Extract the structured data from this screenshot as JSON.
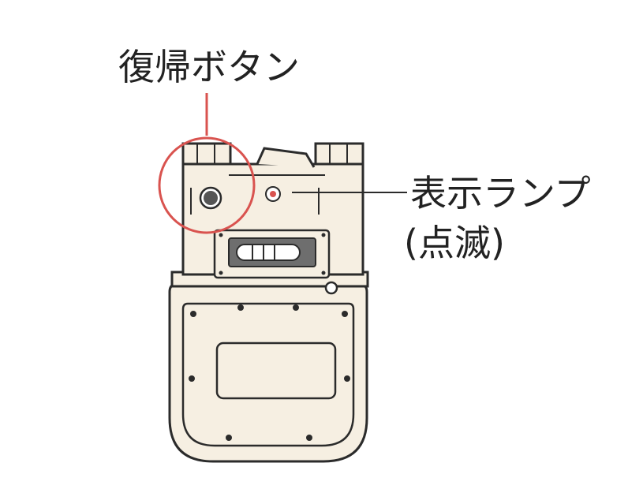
{
  "labels": {
    "reset_button": "復帰ボタン",
    "indicator_lamp": "表示ランプ",
    "blinking": "(点滅)"
  },
  "colors": {
    "callout": "#d9534f",
    "meter_fill": "#f6efe2",
    "outline": "#2b2b2b",
    "text": "#222222"
  }
}
